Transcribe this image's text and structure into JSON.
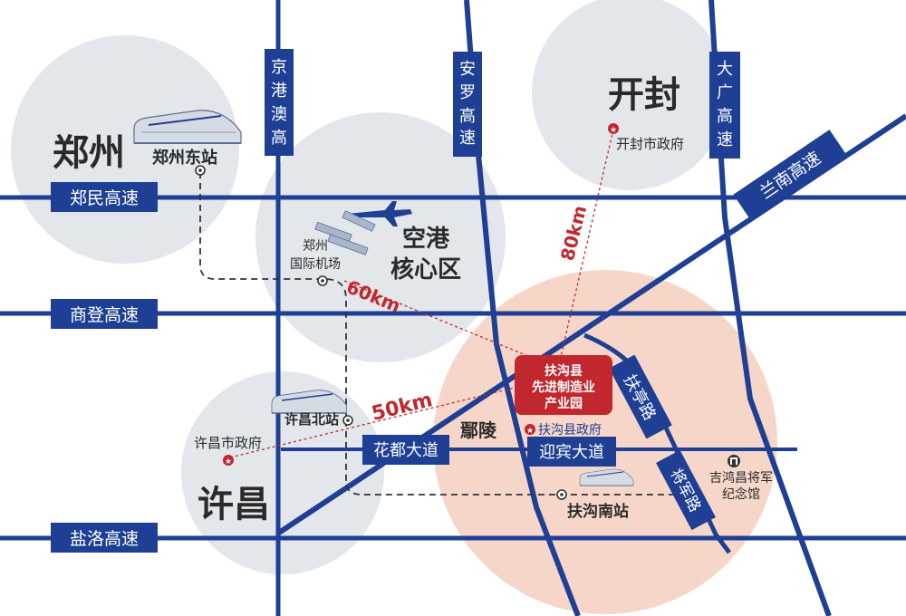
{
  "colors": {
    "road": "#1e3f93",
    "road_label_bg": "#1e3f93",
    "road_label_text": "#ffffff",
    "circle_gray": "#e3e6ea",
    "circle_peach": "#f6d6c8",
    "accent_red": "#c1272d",
    "text_dark": "#2a2a2a",
    "route_dash": "#333333"
  },
  "highways": {
    "zhengmin": "郑民高速",
    "shangdeng": "商登高速",
    "yanluo": "盐洛高速",
    "jinggangao": "京港澳高速",
    "anluo": "安罗高速",
    "daguang": "大广高速",
    "lanan": "兰南高速",
    "huadu": "花都大道",
    "yingbin": "迎宾大道",
    "futing": "扶亭路",
    "jiangjun": "将军路"
  },
  "cities": {
    "zhengzhou": "郑州",
    "kaifeng": "开封",
    "xuchang": "许昌",
    "airport_zone_line1": "空港",
    "airport_zone_line2": "核心区",
    "yanling": "鄢陵"
  },
  "places": {
    "zhengzhou_east": "郑州东站",
    "zz_airport_line1": "郑州",
    "zz_airport_line2": "国际机场",
    "kaifeng_gov": "开封市政府",
    "xuchang_north": "许昌北站",
    "xuchang_gov": "许昌市政府",
    "fugou_gov": "扶沟县政府",
    "fugou_south": "扶沟南站",
    "memorial_line1": "吉鸿昌将军",
    "memorial_line2": "纪念馆"
  },
  "park": {
    "line1": "扶沟县",
    "line2": "先进制造业",
    "line3": "产业园"
  },
  "distances": {
    "to_airport": "60km",
    "to_kaifeng": "80km",
    "to_xuchang": "50km"
  },
  "icons": {
    "train": "train-icon",
    "airplane": "airplane-icon",
    "station_marker": "station-marker-icon",
    "star_marker": "star-marker-icon",
    "memorial": "memorial-icon"
  }
}
